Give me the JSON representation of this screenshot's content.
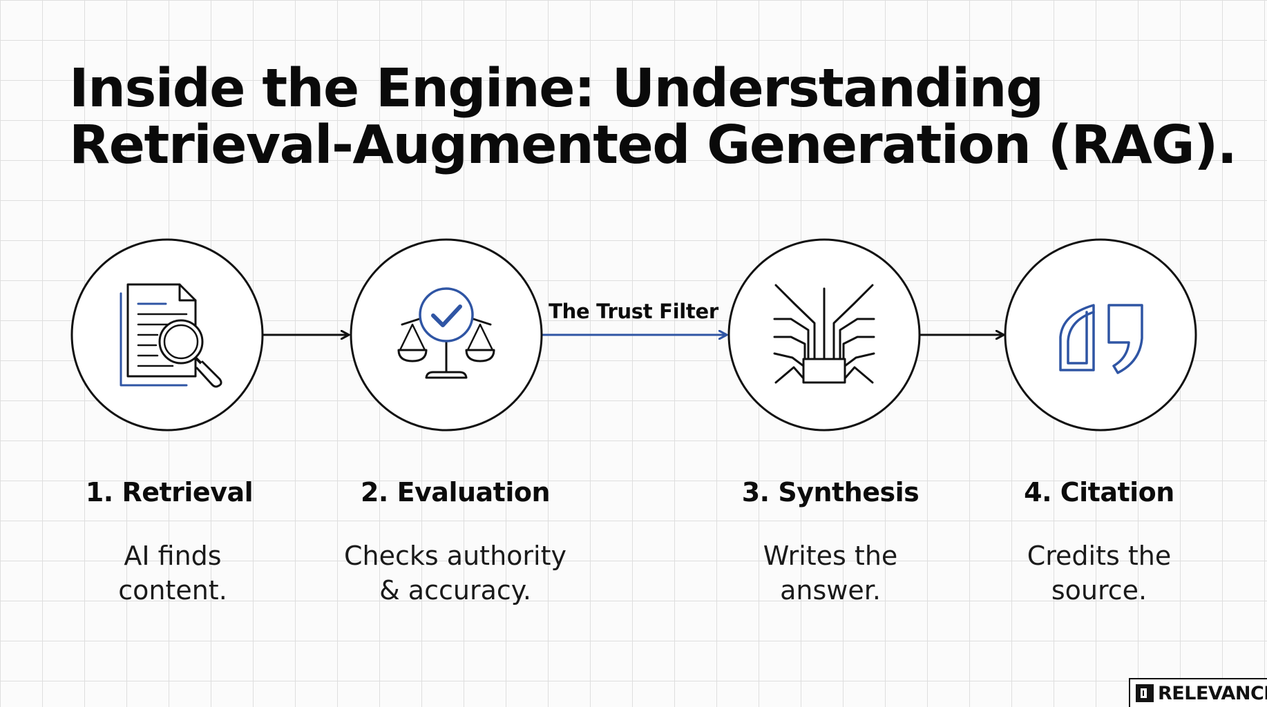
{
  "title": {
    "line1": "Inside the Engine: Understanding",
    "line2": "Retrieval-Augmented Generation (RAG)."
  },
  "steps": [
    {
      "title": "1. Retrieval",
      "desc_line1": "AI finds",
      "desc_line2": "content.",
      "icon": "document-search-icon"
    },
    {
      "title": "2. Evaluation",
      "desc_line1": "Checks authority",
      "desc_line2": "& accuracy.",
      "icon": "scales-check-icon"
    },
    {
      "title": "3. Synthesis",
      "desc_line1": "Writes the",
      "desc_line2": "answer.",
      "icon": "circuit-synthesis-icon"
    },
    {
      "title": "4. Citation",
      "desc_line1": "Credits the",
      "desc_line2": "source.",
      "icon": "quote-marks-icon"
    }
  ],
  "connector_label": "The Trust Filter",
  "brand": {
    "name": "RELEVANCE"
  },
  "colors": {
    "accent_blue": "#2f55a4",
    "ink": "#111111",
    "grid": "#dedede"
  }
}
